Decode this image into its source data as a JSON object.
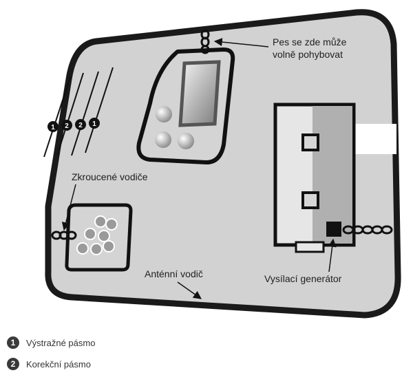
{
  "labels": {
    "wire_crossing": "Pes se zde může",
    "wire_crossing_line2": "volně pohybovat",
    "twisted_wires": "Zkroucené vodiče",
    "antenna_wire": "Anténní vodič",
    "transmitter": "Vysílací generátor"
  },
  "zone_markers": [
    "1",
    "2",
    "2",
    "1"
  ],
  "legend": [
    {
      "num": "1",
      "text": "Výstražné pásmo"
    },
    {
      "num": "2",
      "text": "Korekční pásmo"
    }
  ],
  "colors": {
    "yard": "#d2d2d2",
    "border": "#1a1a1a",
    "wire": "#111111",
    "badge": "#3a3a3a"
  }
}
